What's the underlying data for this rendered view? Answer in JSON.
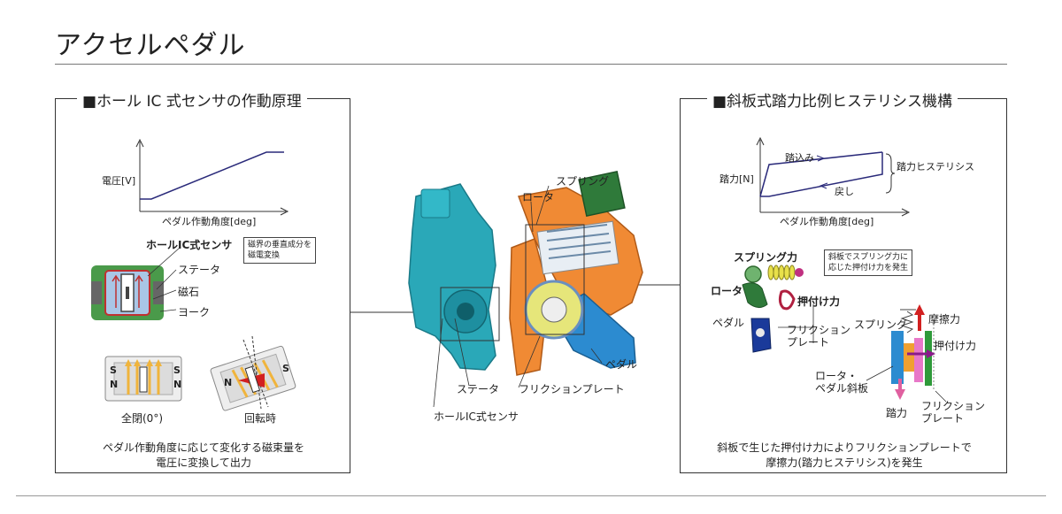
{
  "page": {
    "title": "アクセルペダル"
  },
  "left": {
    "heading": "■ホール IC 式センサの作動原理",
    "graph": {
      "ylabel": "電圧[V]",
      "xlabel": "ペダル作動角度[deg]"
    },
    "sensor_label": "ホールIC式センサ",
    "note": {
      "line1": "磁界の垂直成分を",
      "line2": "磁電変換"
    },
    "stator_label": "ステータ",
    "magnet_label": "磁石",
    "yoke_label": "ヨーク",
    "pole_s": "S",
    "pole_n": "N",
    "state_closed": "全閉(0°)",
    "state_rotating": "回転時",
    "caption": {
      "line1": "ペダル作動角度に応じて変化する磁束量を",
      "line2": "電圧に変換して出力"
    }
  },
  "center": {
    "spring": "スプリング",
    "rotor": "ロータ",
    "pedal": "ペダル",
    "stator": "ステータ",
    "friction_plate": "フリクションプレート",
    "hall_sensor": "ホールIC式センサ"
  },
  "right": {
    "heading": "■斜板式踏力比例ヒステリシス機構",
    "graph": {
      "ylabel": "踏力[N]",
      "xlabel": "ペダル作動角度[deg]",
      "press_label": "踏込み",
      "return_label": "戻し",
      "hysteresis_label": "踏力ヒステリシス"
    },
    "spring_force": "スプリング力",
    "note": {
      "line1": "斜板でスプリング力に",
      "line2": "応じた押付け力を発生"
    },
    "rotor": "ロータ",
    "press_force": "押付け力",
    "pedal": "ペダル",
    "friction_plate_1": "フリクション",
    "friction_plate_2": "プレート",
    "spring": "スプリング",
    "friction_force": "摩擦力",
    "press_force_2": "押付け力",
    "rotor_pedal_1": "ロータ・",
    "rotor_pedal_2": "ペダル斜板",
    "pedal_force": "踏力",
    "friction_plate2_1": "フリクション",
    "friction_plate2_2": "プレート",
    "caption": {
      "line1": "斜板で生じた押付け力によりフリクションプレートで",
      "line2": "摩擦力(踏力ヒステリシス)を発生"
    }
  }
}
